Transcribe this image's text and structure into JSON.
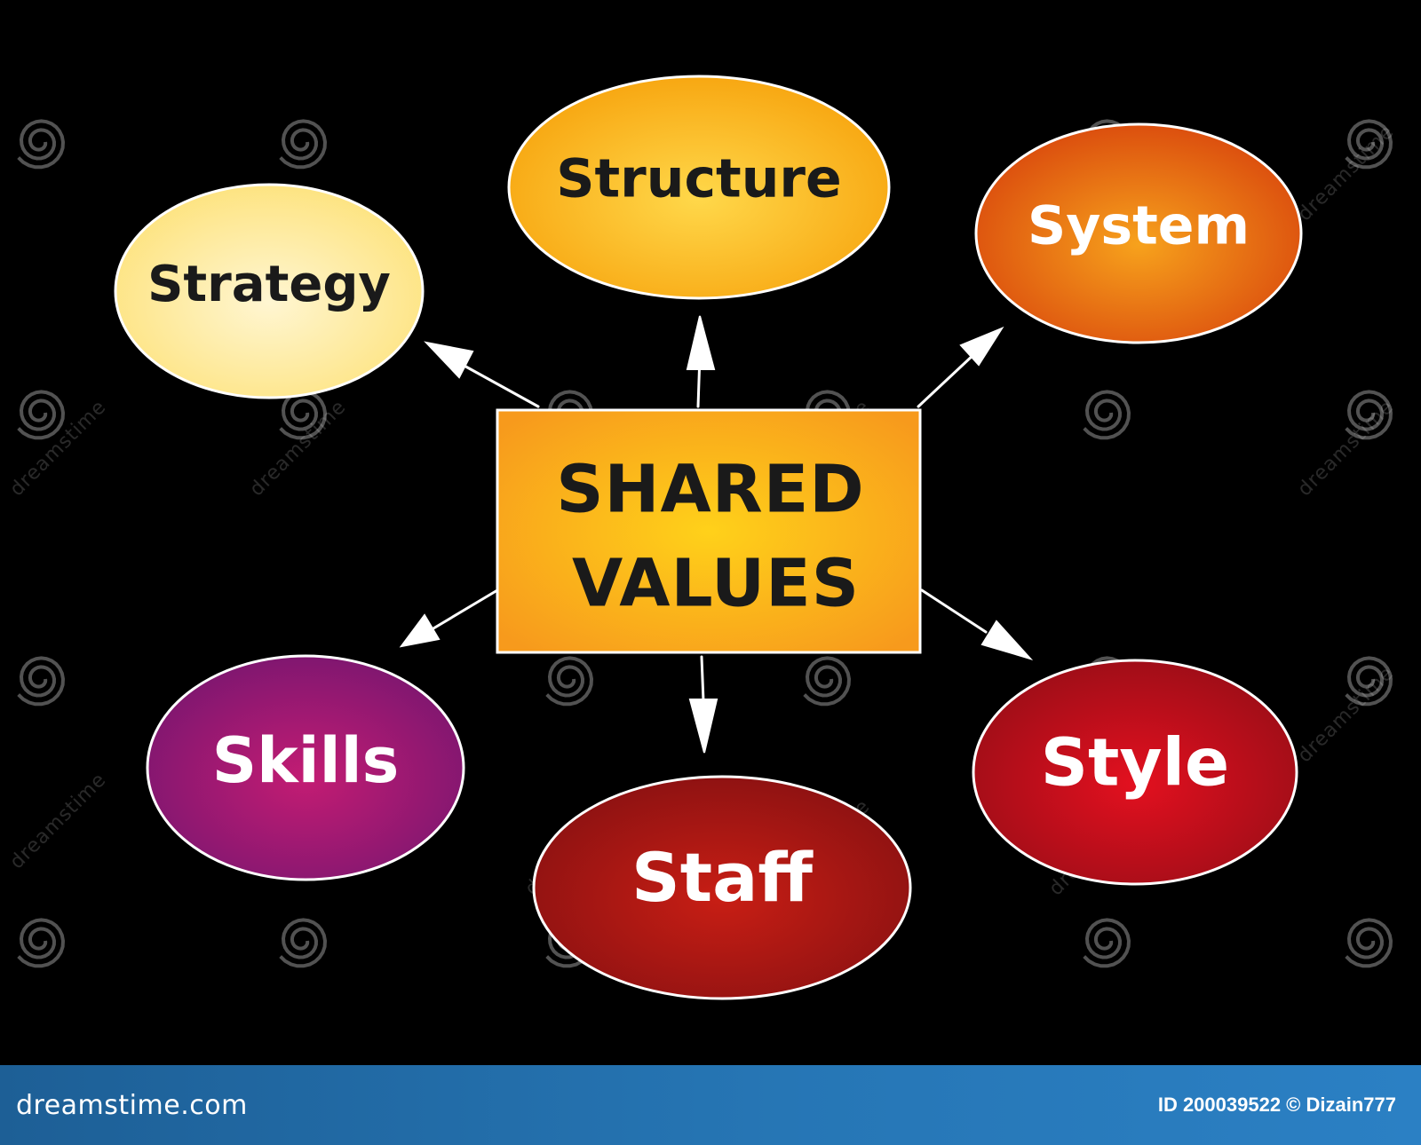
{
  "diagram": {
    "center": {
      "line1": "SHARED",
      "line2": "VALUES"
    },
    "nodes": [
      {
        "id": "strategy",
        "label": "Strategy",
        "fill": "#fde68a",
        "text_color": "#1a1a1a"
      },
      {
        "id": "structure",
        "label": "Structure",
        "fill": "#f9b310",
        "text_color": "#1a1a1a"
      },
      {
        "id": "system",
        "label": "System",
        "fill": "#e8570f",
        "text_color": "#ffffff"
      },
      {
        "id": "skills",
        "label": "Skills",
        "fill": "#a0186e",
        "text_color": "#ffffff"
      },
      {
        "id": "staff",
        "label": "Staff",
        "fill": "#a51512",
        "text_color": "#ffffff"
      },
      {
        "id": "style",
        "label": "Style",
        "fill": "#c4101d",
        "text_color": "#ffffff"
      }
    ]
  },
  "watermark": {
    "text": "dreamstime"
  },
  "footer": {
    "brand": "dreamstime.com",
    "credit": "ID 200039522 © Dizain777"
  },
  "colors": {
    "background": "#000000",
    "center_fill": "#f9a11b",
    "outline": "#ffffff",
    "footer": "#2676b5"
  }
}
